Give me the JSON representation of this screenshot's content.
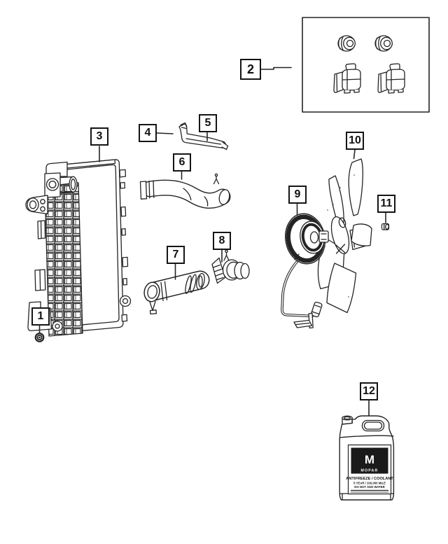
{
  "page": {
    "background_color": "#ffffff",
    "line_color": "#242424"
  },
  "callouts": [
    {
      "number": "1",
      "part": "drain-cock"
    },
    {
      "number": "2",
      "part": "grommet-and-bracket-kit"
    },
    {
      "number": "3",
      "part": "radiator"
    },
    {
      "number": "4",
      "part": "bracket"
    },
    {
      "number": "5",
      "part": "bracket-arm"
    },
    {
      "number": "6",
      "part": "upper-radiator-hose"
    },
    {
      "number": "7",
      "part": "lower-hose-tube"
    },
    {
      "number": "8",
      "part": "hose-connector"
    },
    {
      "number": "9",
      "part": "fan-clutch"
    },
    {
      "number": "10",
      "part": "fan-blade"
    },
    {
      "number": "11",
      "part": "nut"
    },
    {
      "number": "12",
      "part": "antifreeze-coolant-jug"
    }
  ],
  "jug_label": {
    "logo": "M",
    "brand": "MOPAR",
    "product": "ANTIFREEZE / COOLANT",
    "spec": "5 YEAR / 100,000 MILE",
    "warning": "DO NOT ADD WATER"
  }
}
